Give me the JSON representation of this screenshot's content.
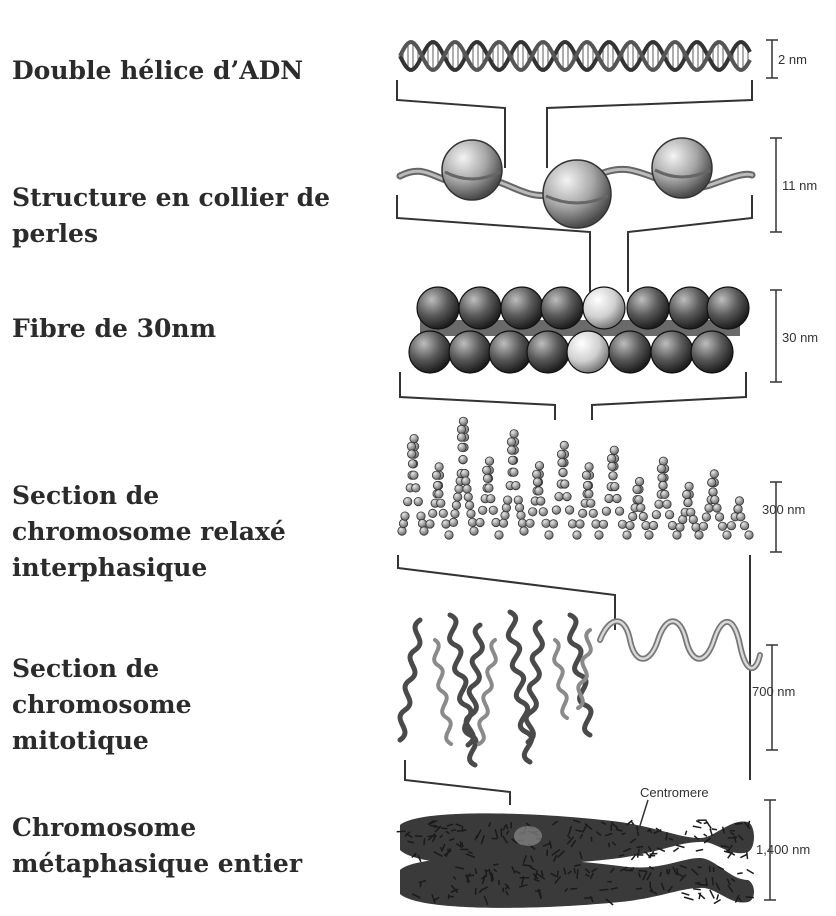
{
  "levels": [
    {
      "label": "Double hélice d’ADN",
      "scale": "2 nm"
    },
    {
      "label": "Structure en collier de\nperles",
      "scale": "11 nm"
    },
    {
      "label": "Fibre de 30nm",
      "scale": "30 nm"
    },
    {
      "label": "Section de\nchromosome relaxé\ninterphasique",
      "scale": "300 nm"
    },
    {
      "label": "Section de\nchromosome\nmitotique",
      "scale": "700 nm"
    },
    {
      "label": "Chromosome\nmétaphasique entier",
      "scale": "1,400 nm"
    }
  ],
  "centromere_label": "Centromere",
  "colors": {
    "text": "#2b2b2b",
    "line": "#333333",
    "bead": "#9a9a9a",
    "bead_dark": "#555555",
    "chromatin": "#3a3a3a"
  }
}
